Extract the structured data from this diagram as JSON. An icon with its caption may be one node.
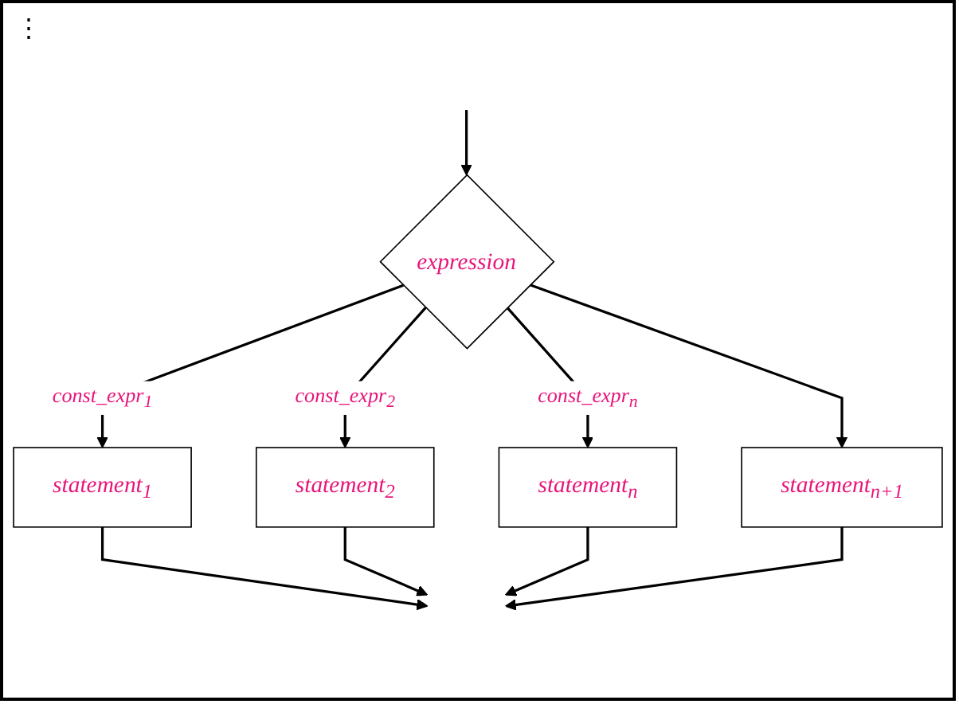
{
  "diagram": {
    "nodes": [
      {
        "text": [
          "expression"
        ]
      },
      {
        "text": [
          "statement$_{1}$"
        ]
      },
      {
        "text": [
          "statement$_{2}$"
        ]
      },
      {
        "text": [
          "statement$_{n}$"
        ]
      },
      {
        "text": [
          "statement$_{n+1}$"
        ]
      }
    ],
    "edges": [
      {
        "from": null,
        "to": 0,
        "arrow": "to"
      },
      {
        "from": 0,
        "to": 1,
        "arrow": "to",
        "label": "const_expr$_{1}$"
      },
      {
        "from": 0,
        "to": 2,
        "arrow": "to",
        "label": "const_expr$_{2}$"
      },
      {
        "from": 0,
        "to": 3,
        "arrow": "to",
        "label": "const_expr$_{n}$"
      },
      {
        "from": 0,
        "to": 4,
        "arrow": "to"
      },
      {
        "from": 1,
        "to": null,
        "arrow": "to"
      },
      {
        "from": 2,
        "to": null,
        "arrow": "to"
      },
      {
        "from": 3,
        "to": null,
        "arrow": "to"
      },
      {
        "from": 4,
        "to": null,
        "arrow": "to"
      }
    ],
    "labels": [
      "⋮"
    ]
  }
}
